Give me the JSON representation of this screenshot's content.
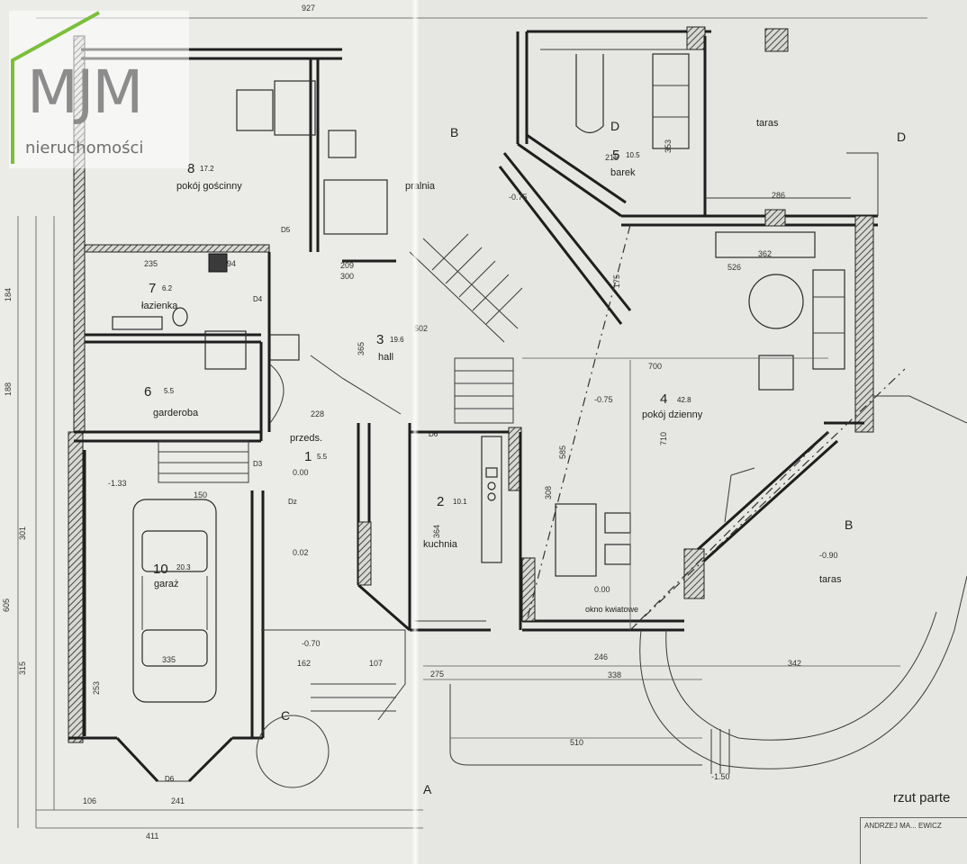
{
  "logo": {
    "letters": "MJM",
    "subtitle": "nieruchomości",
    "roof_color": "#7bbf3a"
  },
  "plan_title": "rzut parte",
  "title_block_text": "ANDRZEJ MA... EWICZ",
  "rooms": [
    {
      "number": "1",
      "name": "przedsionek",
      "label": "przeds.",
      "area": "5.5"
    },
    {
      "number": "2",
      "name": "kuchnia",
      "label": "kuchnia",
      "area": "10.1"
    },
    {
      "number": "3",
      "name": "hall",
      "label": "hall",
      "area": "19.6"
    },
    {
      "number": "4",
      "name": "pokój dzienny",
      "label": "pokój dzienny",
      "area": "42.8"
    },
    {
      "number": "5",
      "name": "barek",
      "label": "barek",
      "area": "10.5"
    },
    {
      "number": "6",
      "name": "garderoba",
      "label": "garderoba",
      "area": "5.5"
    },
    {
      "number": "7",
      "name": "łazienka",
      "label": "łazienka",
      "area": "6.2"
    },
    {
      "number": "8",
      "name": "pokój gościnny",
      "label": "pokój gościnny",
      "area": "17.2"
    },
    {
      "number": "10",
      "name": "garaż",
      "label": "garaż",
      "area": "20.3"
    }
  ],
  "other_labels": {
    "pralnia": "pralnia",
    "taras_top": "taras",
    "taras_right": "taras",
    "okno": "okno kwiatowe",
    "section_a": "A",
    "section_b": "B",
    "section_c": "C",
    "section_d": "D"
  },
  "levels": {
    "garage": "-1.33",
    "entry": "0.00",
    "kitchen": "0.00",
    "front": "-0.70",
    "terrace_right": "-0.90",
    "terrace_bottom": "-1.50",
    "living": "-0.75",
    "stair": "-0.75",
    "przeds_level": "0.02"
  },
  "dimensions": {
    "top_927": "927",
    "d_235": "235",
    "d_94": "94",
    "d_300": "300",
    "d_209": "209",
    "d_502": "502",
    "d_365": "365",
    "d_228": "228",
    "d_150": "150",
    "d_700": "700",
    "d_585": "585",
    "d_710": "710",
    "d_362": "362",
    "d_526": "526",
    "d_342": "342",
    "d_338": "338",
    "d_246": "246",
    "d_510": "510",
    "d_335": "335",
    "d_411": "411",
    "d_241": "241",
    "d_106": "106",
    "d_301": "301",
    "d_605": "605",
    "d_315": "315",
    "d_188": "188",
    "d_184": "184",
    "d_253": "253",
    "d_364": "364",
    "d_308": "308",
    "d_286": "286",
    "d_353": "353",
    "d_215": "215",
    "d_175": "175",
    "d_275": "275",
    "d_162": "162",
    "d_107": "107"
  },
  "door_tags": [
    "D5",
    "D4",
    "D3",
    "D6",
    "D6",
    "Dz"
  ]
}
